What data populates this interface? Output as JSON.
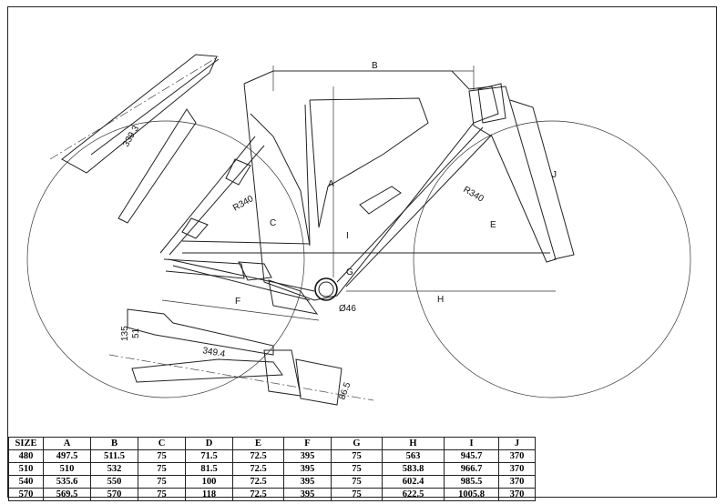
{
  "labels": {
    "a": "A",
    "b": "B",
    "c": "C",
    "e": "E",
    "f": "F",
    "g": "G",
    "h": "H",
    "i": "I",
    "j": "J",
    "r340_front": "R340",
    "r340_rear": "R340",
    "seatpost_length": "339.3",
    "bb_dia": "Ø46",
    "bar_135": "135",
    "bar_51": "51",
    "bar_349": "349.4",
    "stem_86": "86.5"
  },
  "table": {
    "headers": [
      "SIZE",
      "A",
      "B",
      "C",
      "D",
      "E",
      "F",
      "G",
      "H",
      "I",
      "J"
    ],
    "rows": [
      [
        "480",
        "497.5",
        "511.5",
        "75",
        "71.5",
        "72.5",
        "395",
        "75",
        "563",
        "945.7",
        "370"
      ],
      [
        "510",
        "510",
        "532",
        "75",
        "81.5",
        "72.5",
        "395",
        "75",
        "583.8",
        "966.7",
        "370"
      ],
      [
        "540",
        "535.6",
        "550",
        "75",
        "100",
        "72.5",
        "395",
        "75",
        "602.4",
        "985.5",
        "370"
      ],
      [
        "570",
        "569.5",
        "570",
        "75",
        "118",
        "72.5",
        "395",
        "75",
        "622.5",
        "1005.8",
        "370"
      ]
    ]
  }
}
